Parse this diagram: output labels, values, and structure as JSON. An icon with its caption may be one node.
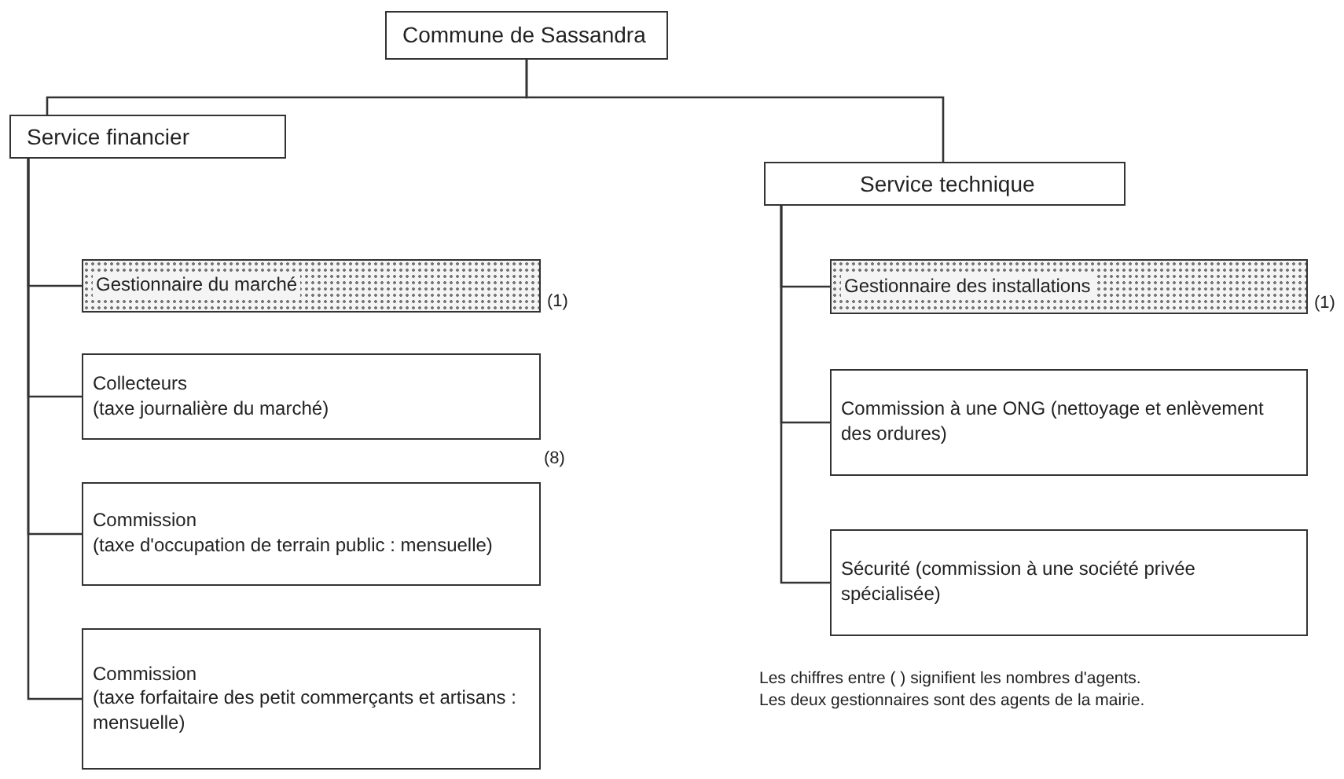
{
  "diagram": {
    "nodes": [
      {
        "text": [
          "Commune de Sassandra"
        ]
      },
      {
        "text": [
          "Service financier"
        ]
      },
      {
        "text": [
          "Service technique"
        ]
      },
      {
        "text": [
          "Gestionnaire du marché"
        ],
        "beside": [
          "(1)"
        ]
      },
      {
        "text": [
          "Collecteurs",
          "(taxe journalière du marché)"
        ],
        "beside": [
          "(8)"
        ]
      },
      {
        "text": [
          "Commission",
          "(taxe d'occupation de terrain public : mensuelle)"
        ]
      },
      {
        "text": [
          "Commission",
          "(taxe forfaitaire des petit commerçants et artisans : mensuelle)"
        ]
      },
      {
        "text": [
          "Gestionnaire des installations"
        ],
        "beside": [
          "(1)"
        ]
      },
      {
        "text": [
          "Commission à une ONG (nettoyage et enlèvement des ordures)"
        ]
      },
      {
        "text": [
          "Sécurité (commission à une société privée spécialisée)"
        ]
      }
    ],
    "edges": [
      {
        "from": 0,
        "to": 1,
        "arrow": "none"
      },
      {
        "from": 0,
        "to": 2,
        "arrow": "none"
      },
      {
        "from": 1,
        "to": 3,
        "arrow": "none"
      },
      {
        "from": 1,
        "to": 4,
        "arrow": "none"
      },
      {
        "from": 1,
        "to": 5,
        "arrow": "none"
      },
      {
        "from": 1,
        "to": 6,
        "arrow": "none"
      },
      {
        "from": 2,
        "to": 7,
        "arrow": "none"
      },
      {
        "from": 2,
        "to": 8,
        "arrow": "none"
      },
      {
        "from": 2,
        "to": 9,
        "arrow": "none"
      }
    ],
    "labels": [
      "Les chiffres entre ( ) signifient les nombres d'agents.",
      "Les deux gestionnaires sont des agents de la mairie."
    ]
  }
}
